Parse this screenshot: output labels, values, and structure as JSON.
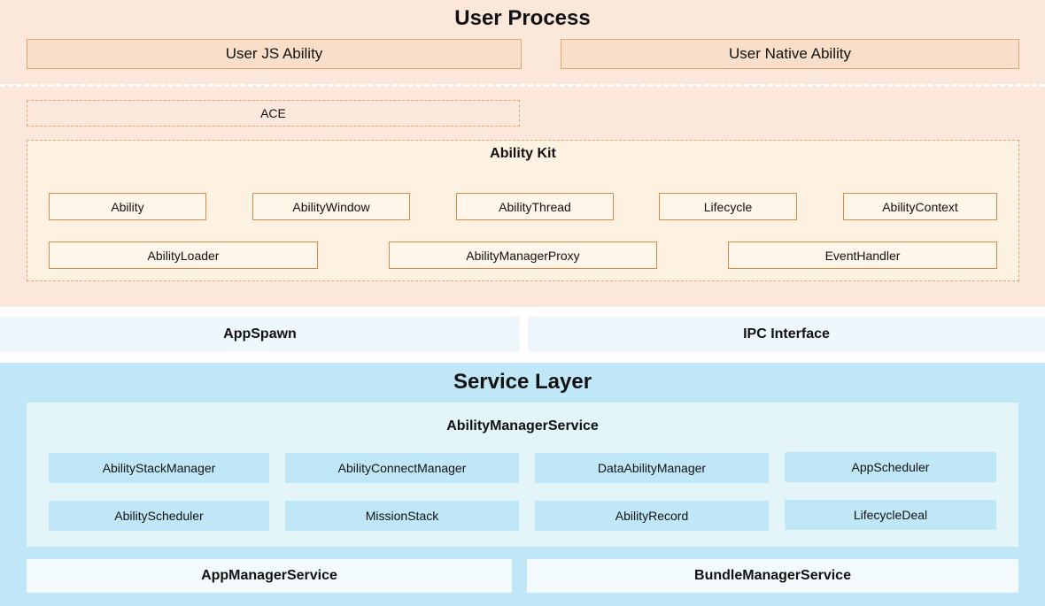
{
  "user_process": {
    "title": "User Process",
    "user_js_ability": "User JS Ability",
    "user_native_ability": "User Native Ability",
    "ace": "ACE",
    "ability_kit": {
      "title": "Ability Kit",
      "row1": [
        "Ability",
        "AbilityWindow",
        "AbilityThread",
        "Lifecycle",
        "AbilityContext"
      ],
      "row2": [
        "AbilityLoader",
        "AbilityManagerProxy",
        "EventHandler"
      ]
    }
  },
  "middle": {
    "appspawn": "AppSpawn",
    "ipc_interface": "IPC Interface"
  },
  "service_layer": {
    "title": "Service Layer",
    "ability_manager_service": {
      "title": "AbilityManagerService",
      "row1": [
        "AbilityStackManager",
        "AbilityConnectManager",
        "DataAbilityManager",
        "AppScheduler"
      ],
      "row2": [
        "AbilityScheduler",
        "MissionStack",
        "AbilityRecord",
        "LifecycleDeal"
      ]
    },
    "app_manager_service": "AppManagerService",
    "bundle_manager_service": "BundleManagerService"
  },
  "colors": {
    "user_region": "#fce8da",
    "ability_kit_bg": "#fdf2e2",
    "orange_border": "#e2a56e",
    "service_region": "#bfe7f8",
    "ams_bg": "#e3f5f9"
  }
}
